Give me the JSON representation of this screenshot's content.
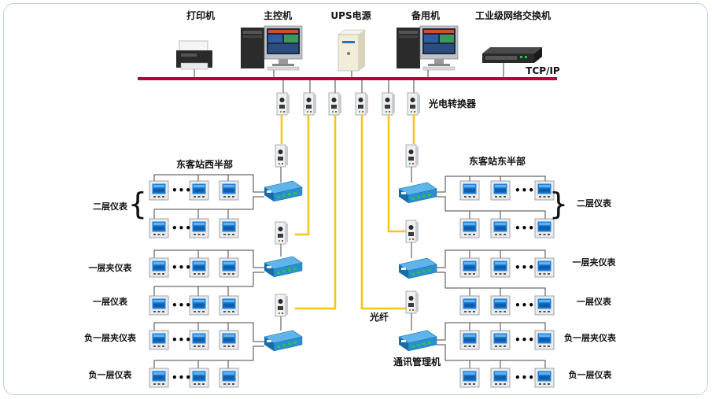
{
  "labels": {
    "printer": "打印机",
    "main_pc": "主控机",
    "ups": "UPS电源",
    "backup_pc": "备用机",
    "switch": "工业级网络交换机",
    "tcpip": "TCP/IP",
    "converter": "光电转换器",
    "west": "东客站西半部",
    "east": "东客站东半部",
    "fiber": "光纤",
    "comm_manager": "通讯管理机",
    "dots": "•••"
  },
  "west_floors": [
    "二层仪表",
    "一层夹仪表",
    "一层仪表",
    "负一层夹仪表",
    "负一层仪表"
  ],
  "east_floors": [
    "二层仪表",
    "一层夹仪表",
    "一层仪表",
    "负一层夹仪表",
    "负一层仪表"
  ],
  "colors": {
    "bus": "#b5003a",
    "fiber": "#f5c518",
    "meter_screen": "#1f7fd6",
    "gateway": "#2a8fd1"
  }
}
